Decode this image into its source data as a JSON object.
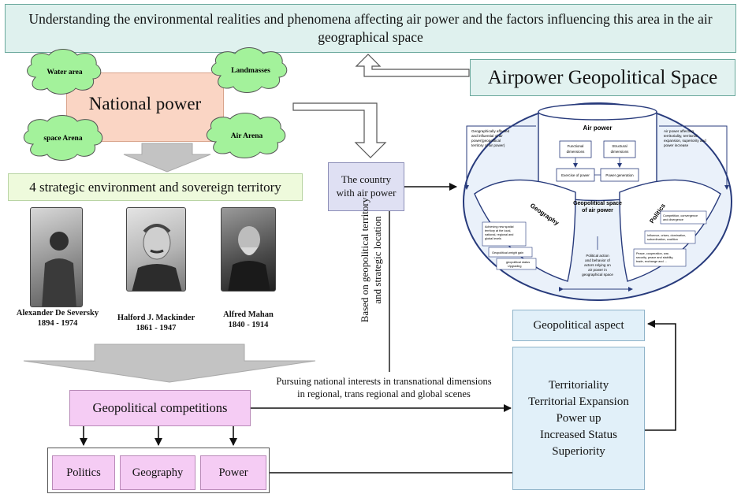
{
  "top_banner": "Understanding the environmental realities and phenomena affecting air power and the factors influencing this area in the air geographical space",
  "space_title": "Airpower Geopolitical Space",
  "national_power": {
    "title": "National power",
    "clouds": [
      "Water area",
      "Landmasses",
      "space Arena",
      "Air Arena"
    ]
  },
  "strategic_env": "4 strategic environment and sovereign territory",
  "persons": [
    {
      "name": "Alexander De Seversky",
      "years": "1894 - 1974"
    },
    {
      "name": "Halford J. Mackinder",
      "years": "1861 - 1947"
    },
    {
      "name": "Alfred Mahan",
      "years": "1840 - 1914"
    }
  ],
  "country_box": "The country with air power",
  "vertical_text": [
    "Based on geopolitical territory",
    "and strategic location"
  ],
  "pursuing_text": [
    "Pursuing national interests in transnational dimensions",
    "in regional, trans regional and global scenes"
  ],
  "geo_competitions": "Geopolitical competitions",
  "competition_items": [
    "Politics",
    "Geography",
    "Power"
  ],
  "geo_aspect": "Geopolitical aspect",
  "outcomes": [
    "Territoriality",
    "Territorial Expansion",
    "Power up",
    "Increased Status",
    "Superiority"
  ],
  "ellipse": {
    "air_power": "Air power",
    "functional": [
      "Functional",
      "dimensions"
    ],
    "structural": [
      "Structural",
      "dimensions"
    ],
    "exercise": "Exercise of power",
    "generation": "Power generation",
    "left_note": [
      "Geographically affected",
      "and influential of air",
      "power(geopolitical",
      "territory of air power)"
    ],
    "right_note": [
      "Air power affecting",
      "territoriality, territorial",
      "expansion, superiority and",
      "power increase"
    ],
    "center": [
      "Geopolitical space",
      "of air power"
    ],
    "geography": "Geography",
    "politics": "Politics",
    "geo_items": [
      [
        "Achieving new spatial",
        "territory at the local,",
        "national, regional and",
        "global levels"
      ],
      [
        "Geopolitical weight gain"
      ],
      [
        "geopolitical status",
        "Upgrading"
      ]
    ],
    "pol_items": [
      [
        "Competition, convergence",
        "and divergence"
      ],
      [
        "Influence, crises, domination,",
        "subordination, coalition"
      ],
      [
        "Peace, cooperation, war,",
        "security, peace and stability,",
        "trade, exchange and ..."
      ]
    ],
    "bottom": [
      "Political action",
      "and behavior of",
      "actors relying on",
      "air power in",
      "geographical space"
    ]
  },
  "colors": {
    "banner": "#dff1ee",
    "space_title_bg": "#e2f2f0",
    "cloud": "#a3f29b",
    "national_power_bg": "#fad5c4",
    "strategic_bg": "#eefadc",
    "country_bg": "#dfe0f3",
    "competition_bg": "#f5ccf4",
    "aspect_bg": "#e1f0f9",
    "ellipse_bg": "#eaf1fa",
    "ellipse_stroke": "#283b7c"
  }
}
